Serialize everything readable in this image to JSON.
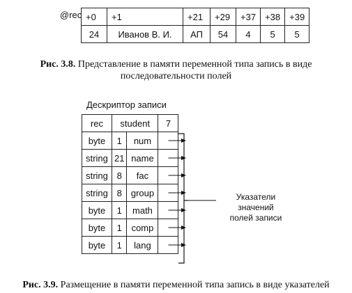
{
  "figure_3_8": {
    "record_label": "@rec",
    "offsets": [
      "+0",
      "+1",
      "+21",
      "+29",
      "+37",
      "+38",
      "+39"
    ],
    "values": [
      "24",
      "Иванов В. И.",
      "АП",
      "54",
      "4",
      "5",
      "5"
    ],
    "caption_prefix": "Рис. 3.8.",
    "caption_line1": "Представление в памяти переменной типа запись в виде",
    "caption_line2": "последовательности полей"
  },
  "figure_3_9": {
    "descriptor_title": "Дескриптор записи",
    "header": {
      "kind": "rec",
      "name": "student",
      "count": "7"
    },
    "fields": [
      {
        "type": "byte",
        "length": "1",
        "name": "num"
      },
      {
        "type": "string",
        "length": "21",
        "name": "name"
      },
      {
        "type": "string",
        "length": "8",
        "name": "fac"
      },
      {
        "type": "string",
        "length": "8",
        "name": "group"
      },
      {
        "type": "byte",
        "length": "1",
        "name": "math"
      },
      {
        "type": "byte",
        "length": "1",
        "name": "comp"
      },
      {
        "type": "byte",
        "length": "1",
        "name": "lang"
      }
    ],
    "pointer_label_line1": "Указатели значений",
    "pointer_label_line2": "полей записи",
    "caption_prefix": "Рис. 3.9.",
    "caption_text": "Размещение в памяти переменной типа запись в виде указателей"
  }
}
